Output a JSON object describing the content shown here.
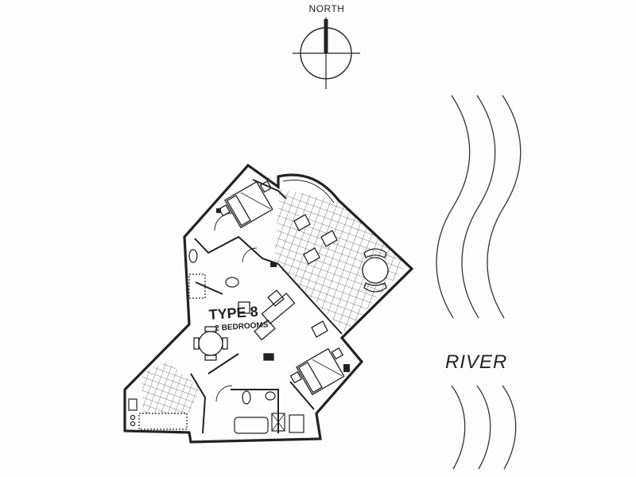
{
  "compass": {
    "label": "NORTH"
  },
  "plan": {
    "type_label": "TYPE 8",
    "bedrooms_label": "2 BEDROOMS"
  },
  "river": {
    "label": "RIVER"
  },
  "colors": {
    "ink": "#222222",
    "paper": "#fdfdfd",
    "hatch": "#555555"
  }
}
